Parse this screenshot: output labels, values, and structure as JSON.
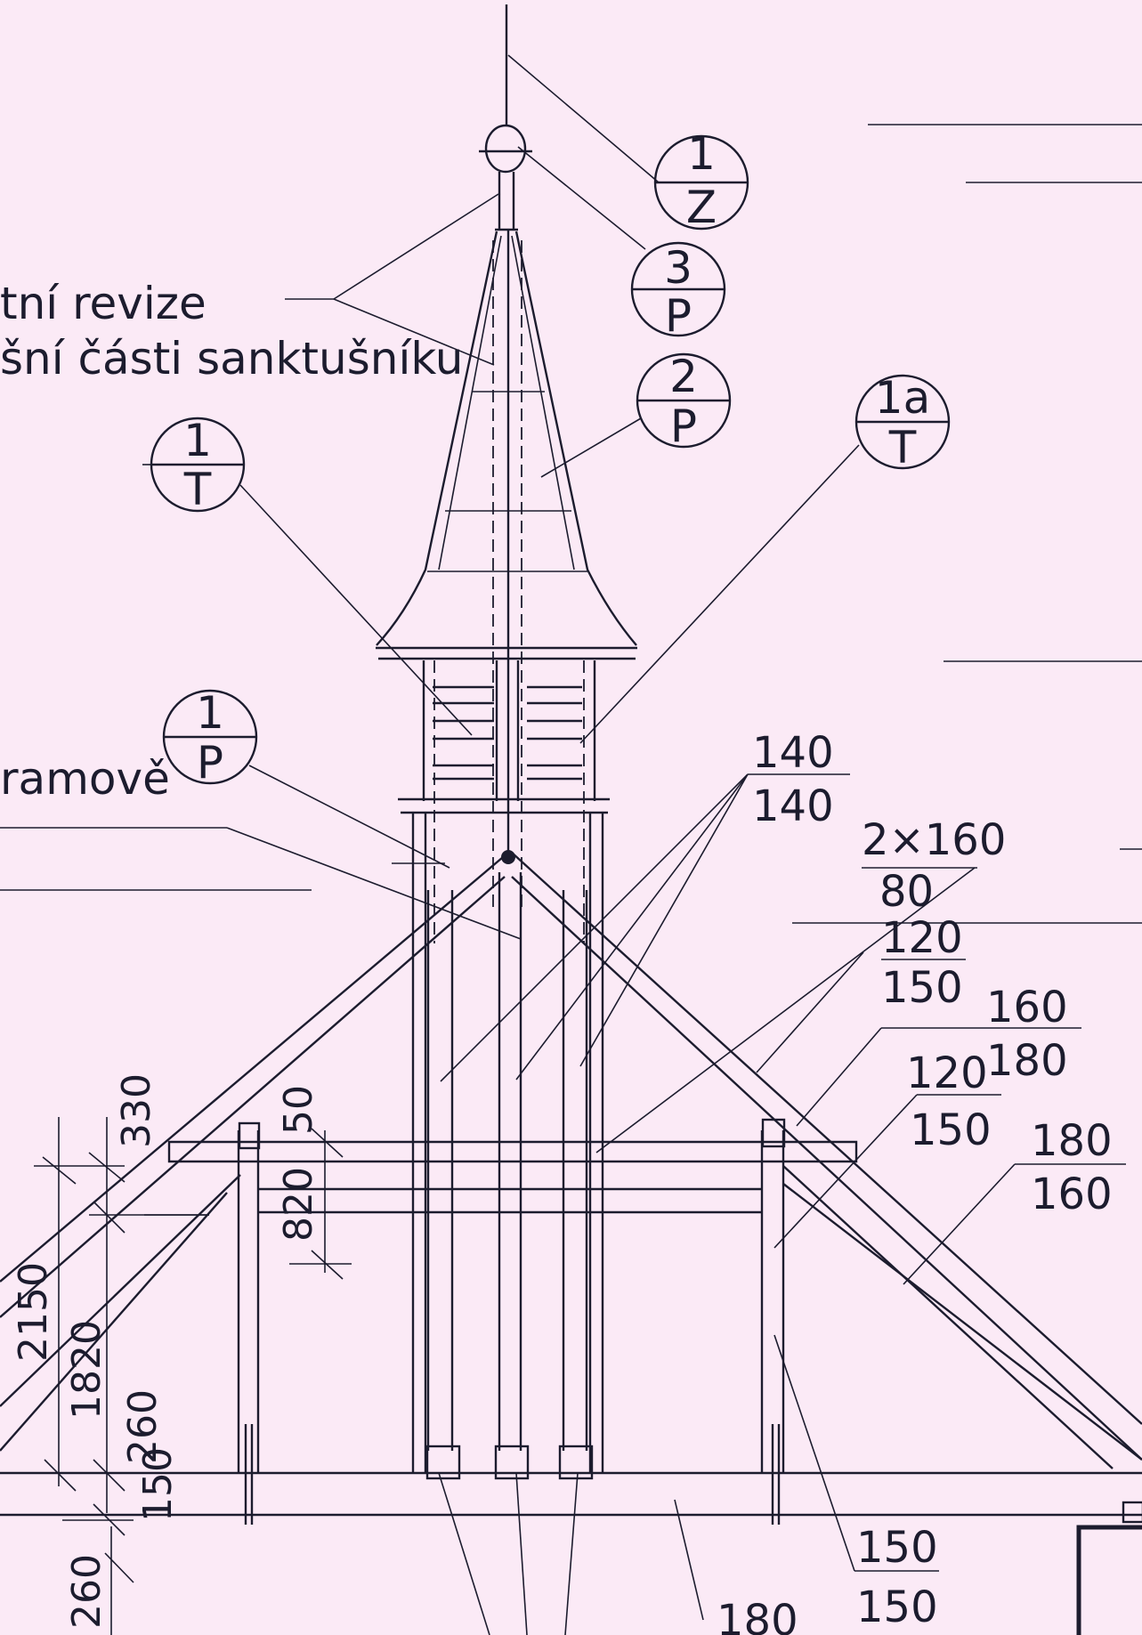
{
  "drawing": {
    "colors": {
      "paper": "#fbeaf6",
      "ink": "#1c1c2e"
    },
    "notes": {
      "revize_line1": "tní revize",
      "revize_line2": "šní části sanktušníku",
      "ramove": "ramově"
    },
    "tags": {
      "z1": {
        "top": "1",
        "bottom": "Z"
      },
      "p3": {
        "top": "3",
        "bottom": "P"
      },
      "p2": {
        "top": "2",
        "bottom": "P"
      },
      "t1a": {
        "top": "1a",
        "bottom": "T"
      },
      "t1": {
        "top": "1",
        "bottom": "T"
      },
      "p1": {
        "top": "1",
        "bottom": "P"
      }
    },
    "sections": {
      "s140": {
        "top": "140",
        "bottom": "140"
      },
      "s2x160": {
        "top": "2×160",
        "bottom": "80"
      },
      "s120a": {
        "top": "120",
        "bottom": "150"
      },
      "s160": {
        "top": "160",
        "bottom": "180"
      },
      "s120b": {
        "top": "120",
        "bottom": "150"
      },
      "s180": {
        "top": "180",
        "bottom": "160"
      },
      "s150": {
        "top": "150",
        "bottom": "150"
      },
      "s180b": "180"
    },
    "dims": {
      "d330": "330",
      "d50": "50",
      "d820": "820",
      "d2150": "2150",
      "d1820": "1820",
      "d260a": "260",
      "d150": "150",
      "d260b": "260"
    }
  }
}
